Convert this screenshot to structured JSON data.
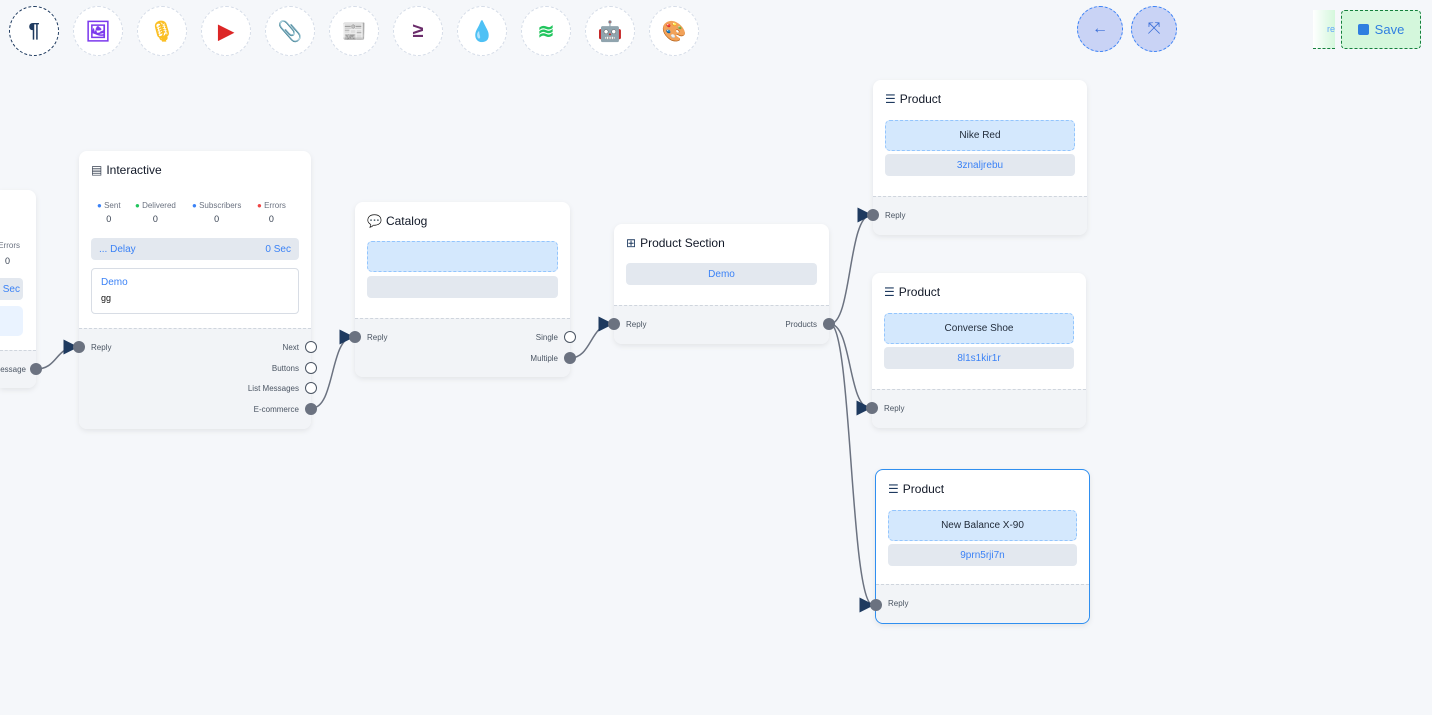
{
  "toolbar": {
    "items": [
      {
        "icon": "paragraph-icon",
        "glyph": "¶",
        "color": "#1e3a5f"
      },
      {
        "icon": "image-icon",
        "glyph": "🖼",
        "color": "#7c3aed"
      },
      {
        "icon": "microphone-icon",
        "glyph": "🎙",
        "color": "#fbbf24"
      },
      {
        "icon": "youtube-icon",
        "glyph": "▶",
        "color": "#dc2626"
      },
      {
        "icon": "paperclip-icon",
        "glyph": "📎",
        "color": "#16a34a"
      },
      {
        "icon": "newspaper-icon",
        "glyph": "📰",
        "color": "#f87171"
      },
      {
        "icon": "greater-equal-icon",
        "glyph": "≥",
        "color": "#6b2d6b"
      },
      {
        "icon": "droplet-icon",
        "glyph": "💧",
        "color": "#be123c"
      },
      {
        "icon": "stack-overflow-icon",
        "glyph": "≋",
        "color": "#22c55e"
      },
      {
        "icon": "robot-icon",
        "glyph": "🤖",
        "color": "#1d1dd8"
      },
      {
        "icon": "palette-icon",
        "glyph": "🎨",
        "color": "#22c55e"
      }
    ]
  },
  "actions": {
    "back_icon": "arrow-left-icon",
    "back": "←",
    "compress_icon": "compress-icon",
    "compress": "⤧",
    "ghost_text": "re",
    "save_label": "Save",
    "save_icon": "floppy-disk-icon"
  },
  "left_node": {
    "errors_label": "Errors",
    "errors_value": "0",
    "delay_value": "Sec",
    "output": "essage"
  },
  "interactive": {
    "title": "Interactive",
    "stats": [
      {
        "label": "Sent",
        "value": "0",
        "color": "#3b82f6"
      },
      {
        "label": "Delivered",
        "value": "0",
        "color": "#22c55e"
      },
      {
        "label": "Subscribers",
        "value": "0",
        "color": "#3b82f6"
      },
      {
        "label": "Errors",
        "value": "0",
        "color": "#ef4444"
      }
    ],
    "delay_label": "... Delay",
    "delay_value": "0 Sec",
    "message_title": "Demo",
    "message_body": "gg",
    "input": "Reply",
    "outputs": [
      "Next",
      "Buttons",
      "List Messages",
      "E-commerce"
    ]
  },
  "catalog": {
    "title": "Catalog",
    "input": "Reply",
    "outputs": [
      "Single",
      "Multiple"
    ]
  },
  "product_section": {
    "title": "Product Section",
    "section_name": "Demo",
    "input": "Reply",
    "output": "Products"
  },
  "products": [
    {
      "title": "Product",
      "name": "Nike Red",
      "id": "3znaljrebu",
      "input": "Reply"
    },
    {
      "title": "Product",
      "name": "Converse Shoe",
      "id": "8l1s1kir1r",
      "input": "Reply"
    },
    {
      "title": "Product",
      "name": "New Balance X-90",
      "id": "9prn5rji7n",
      "input": "Reply",
      "selected": true
    }
  ],
  "colors": {
    "accent": "#3b82f6",
    "edge": "#6b7280",
    "arrow": "#1e3a5f",
    "selected_border": "#2f8ff0"
  }
}
